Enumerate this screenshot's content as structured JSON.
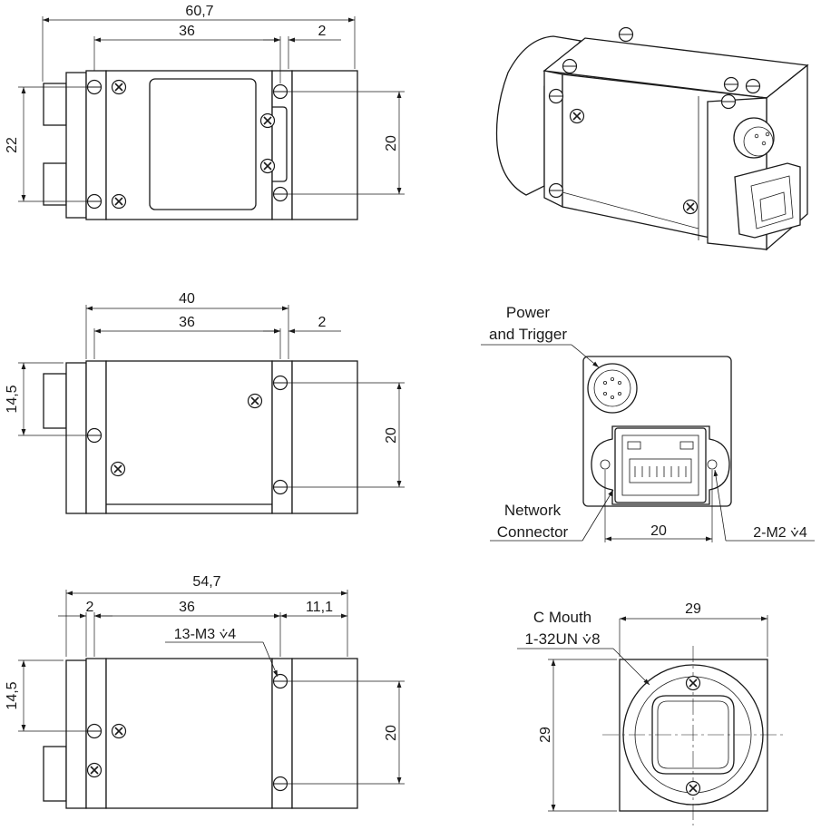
{
  "views": {
    "top": {
      "overall_width": "60,7",
      "body_width": "36",
      "flange": "2",
      "height_left": "22",
      "height_right": "20"
    },
    "side": {
      "overall_width": "40",
      "body_width": "36",
      "flange": "2",
      "height_left": "14,5",
      "height_right": "20"
    },
    "bottom": {
      "overall_width": "54,7",
      "flange_left": "2",
      "body_width": "36",
      "right_offset": "11,1",
      "thread_callout": "13-M3 ⩒4",
      "height_left": "14,5",
      "height_right": "20"
    },
    "rear": {
      "power_label_line1": "Power",
      "power_label_line2": "and Trigger",
      "network_label_line1": "Network",
      "network_label_line2": "Connector",
      "width": "20",
      "thread_callout": "2-M2 ⩒4"
    },
    "front": {
      "mount_line1": "C Mouth",
      "mount_line2": "1-32UN ⩒8",
      "width": "29",
      "height": "29"
    }
  }
}
